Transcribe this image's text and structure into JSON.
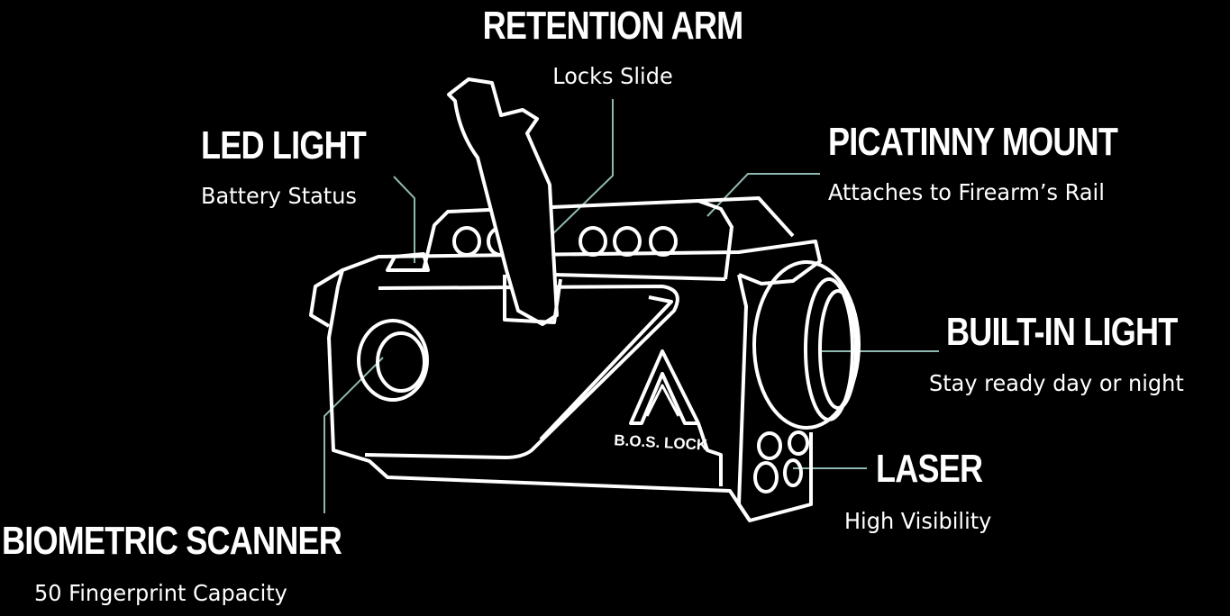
{
  "colors": {
    "background": "#000000",
    "text": "#ffffff",
    "leader": "#8fb8b0",
    "outline": "#ffffff"
  },
  "labels": {
    "retention_arm": {
      "title": "RETENTION ARM",
      "subtitle": "Locks Slide"
    },
    "led_light": {
      "title": "LED LIGHT",
      "subtitle": "Battery Status"
    },
    "picatinny_mount": {
      "title": "PICATINNY MOUNT",
      "subtitle": "Attaches to Firearm’s Rail"
    },
    "built_in_light": {
      "title": "BUILT-IN LIGHT",
      "subtitle": "Stay ready day or night"
    },
    "laser": {
      "title": "LASER",
      "subtitle": "High Visibility"
    },
    "biometric_scanner": {
      "title": "BIOMETRIC SCANNER",
      "subtitle": "50 Fingerprint Capacity"
    }
  },
  "device": {
    "logo_text": "B.O.S. LOCK",
    "logo_icon": "triangle-peak-icon"
  }
}
